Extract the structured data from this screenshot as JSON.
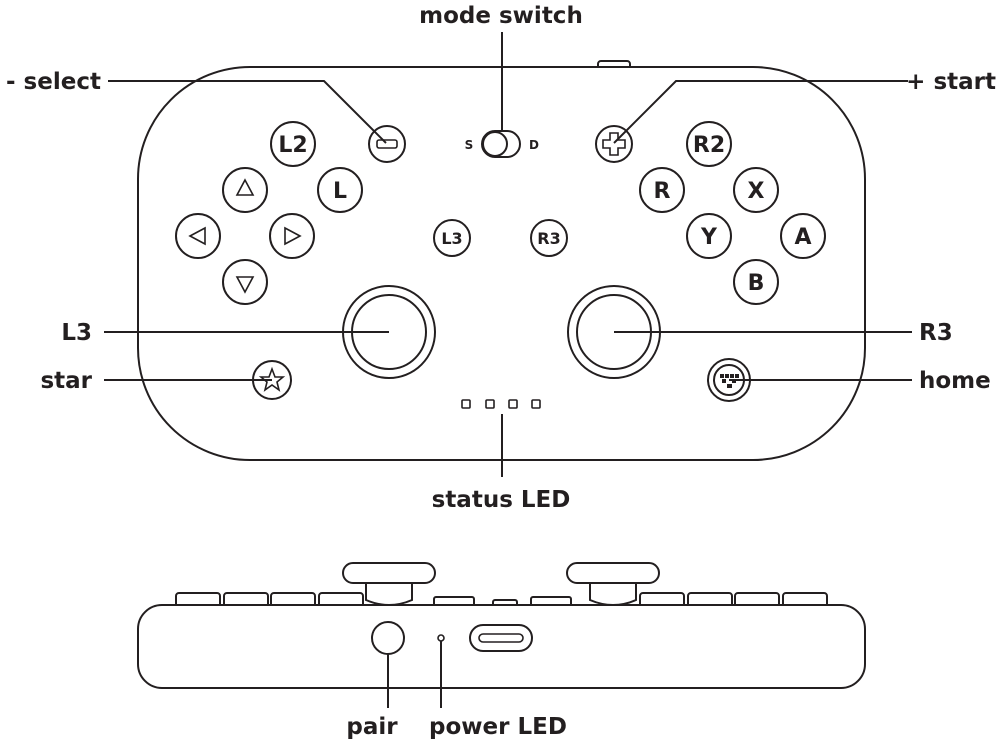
{
  "labels": {
    "mode_switch": "mode switch",
    "select": "- select",
    "start": "+ start",
    "l3": "L3",
    "r3": "R3",
    "star": "star",
    "home": "home",
    "status_led": "status LED",
    "pair": "pair",
    "power_led": "power LED"
  },
  "switch": {
    "left": "S",
    "right": "D"
  },
  "buttons": {
    "l2": "L2",
    "l": "L",
    "r2": "R2",
    "r": "R",
    "x": "X",
    "y": "Y",
    "a": "A",
    "b": "B",
    "l3": "L3",
    "r3": "R3"
  },
  "colors": {
    "ink": "#231f20",
    "background": "#ffffff"
  }
}
